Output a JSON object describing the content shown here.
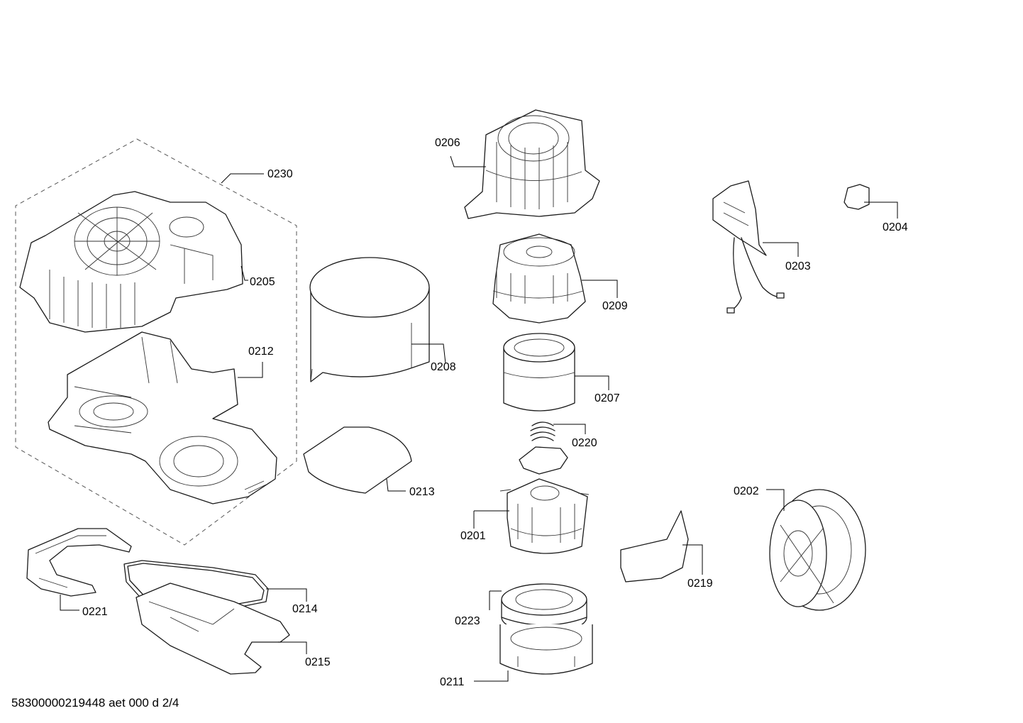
{
  "diagram": {
    "labels": {
      "p0201": "0201",
      "p0202": "0202",
      "p0203": "0203",
      "p0204": "0204",
      "p0205": "0205",
      "p0206": "0206",
      "p0207": "0207",
      "p0208": "0208",
      "p0209": "0209",
      "p0211": "0211",
      "p0212": "0212",
      "p0213": "0213",
      "p0214": "0214",
      "p0215": "0215",
      "p0219": "0219",
      "p0220": "0220",
      "p0221": "0221",
      "p0223": "0223",
      "p0230": "0230"
    },
    "footer": "58300000219448 aet 000 d 2/4"
  }
}
